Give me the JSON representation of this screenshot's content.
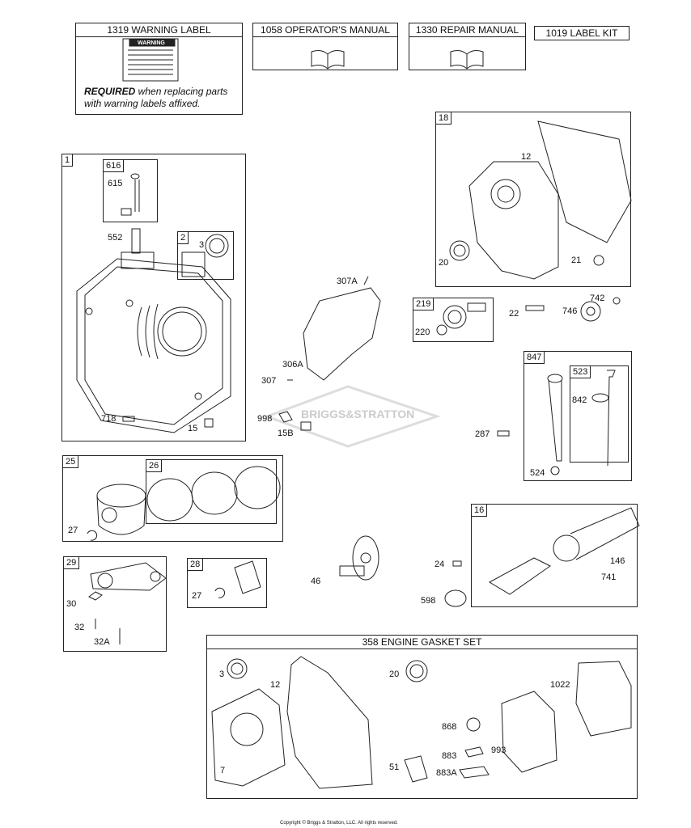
{
  "headers": {
    "warning_label": "1319 WARNING LABEL",
    "operators_manual": "1058 OPERATOR'S MANUAL",
    "repair_manual": "1330 REPAIR MANUAL",
    "label_kit": "1019 LABEL KIT"
  },
  "warning_card": {
    "title": "WARNING",
    "note_bold": "REQUIRED",
    "note_rest": " when replacing parts",
    "note_line2": "with warning labels affixed."
  },
  "groups": {
    "cylinder": "1",
    "valve_616": "616",
    "sleeve_2": "2",
    "cover_18": "18",
    "gear_219": "219",
    "dipstick_847": "847",
    "dipstick_523": "523",
    "piston_25": "25",
    "rings_26": "26",
    "crank_16": "16",
    "rod_29": "29",
    "pin_28": "28",
    "gasket_set": "358 ENGINE GASKET SET"
  },
  "parts": {
    "p615": "615",
    "p552": "552",
    "p3": "3",
    "p718": "718",
    "p15": "15",
    "p12": "12",
    "p20": "20",
    "p21": "21",
    "p307A": "307A",
    "p306A": "306A",
    "p307": "307",
    "p998": "998",
    "p15B": "15B",
    "p220": "220",
    "p22": "22",
    "p742": "742",
    "p746": "746",
    "p842": "842",
    "p287": "287",
    "p524": "524",
    "p27a": "27",
    "p46": "46",
    "p24": "24",
    "p598": "598",
    "p146": "146",
    "p741": "741",
    "p30": "30",
    "p32": "32",
    "p32A": "32A",
    "p27b": "27",
    "g3": "3",
    "g12": "12",
    "g20": "20",
    "g1022": "1022",
    "g868": "868",
    "g883": "883",
    "g993": "993",
    "g7": "7",
    "g51": "51",
    "g883A": "883A"
  },
  "watermark": "BRIGGS&STRATTON",
  "copyright": "Copyright © Briggs & Stratton, LLC. All rights reserved."
}
